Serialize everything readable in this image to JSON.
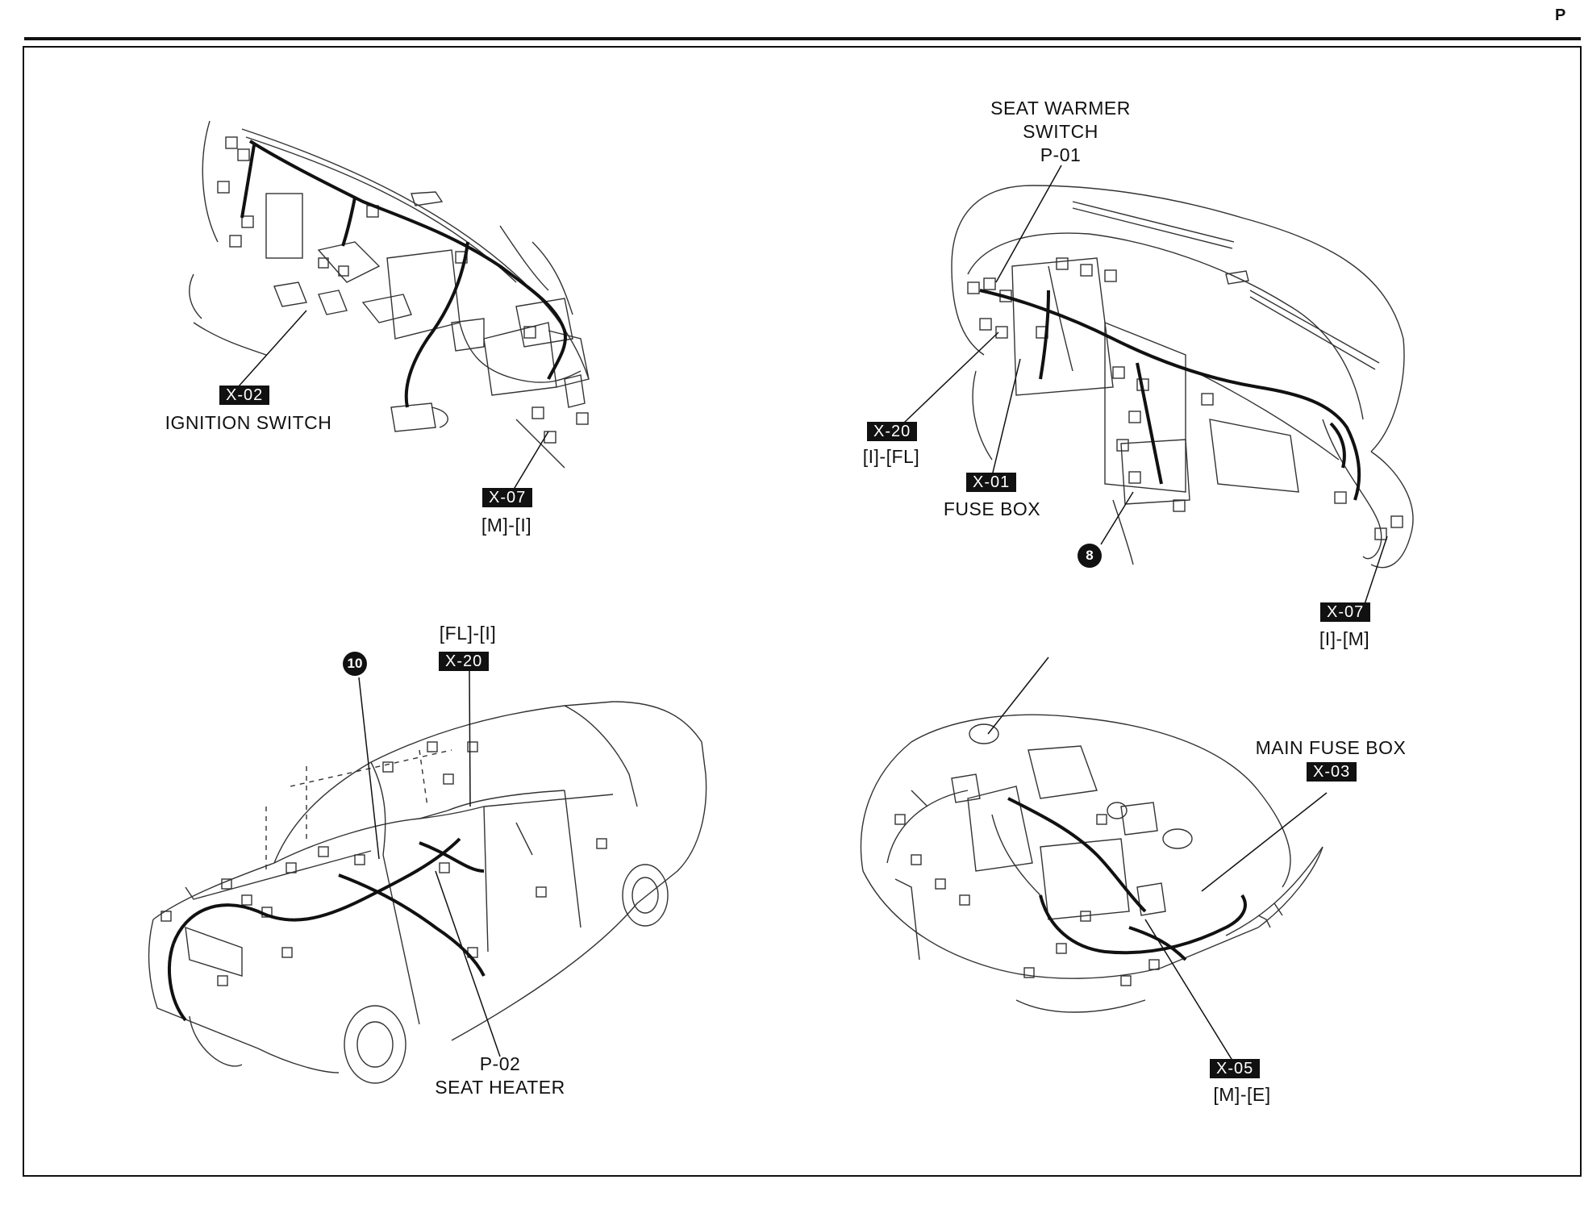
{
  "page": {
    "letter": "P"
  },
  "top_left": {
    "ignition": {
      "code": "X-02",
      "name": "IGNITION SWITCH"
    },
    "x07": {
      "code": "X-07",
      "ref": "[M]-[I]"
    }
  },
  "top_right": {
    "seat_switch": {
      "line1": "SEAT WARMER",
      "line2": "SWITCH",
      "code": "P-01"
    },
    "x20": {
      "code": "X-20",
      "ref": "[I]-[FL]"
    },
    "fuse": {
      "code": "X-01",
      "name": "FUSE BOX"
    },
    "ground": {
      "num": "8"
    },
    "x07": {
      "code": "X-07",
      "ref": "[I]-[M]"
    }
  },
  "bottom_left": {
    "ground": {
      "num": "10"
    },
    "x20": {
      "ref": "[FL]-[I]",
      "code": "X-20"
    },
    "seat_heater": {
      "code": "P-02",
      "name": "SEAT HEATER"
    }
  },
  "bottom_right": {
    "main_fuse": {
      "name": "MAIN FUSE BOX",
      "code": "X-03"
    },
    "x05": {
      "code": "X-05",
      "ref": "[M]-[E]"
    }
  }
}
